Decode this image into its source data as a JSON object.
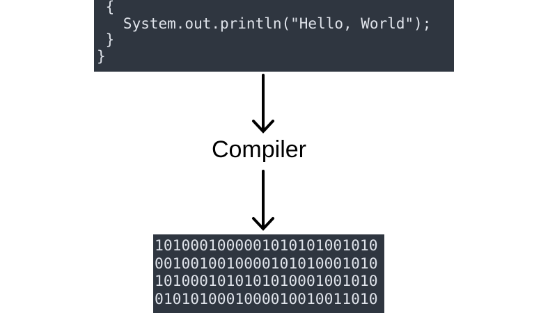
{
  "source_code": {
    "lines": [
      " {",
      "   System.out.println(\"Hello, World\");",
      " }",
      "}"
    ]
  },
  "compiler_label": "Compiler",
  "machine_code": {
    "lines": [
      "1010001000001010101001010",
      "0010010010000101010001010",
      "1010001010101010001001010",
      "0101010001000010010011010"
    ]
  },
  "colors": {
    "code_background": "#2f3640",
    "code_text": "#dfe3ea",
    "arrow": "#000000"
  }
}
